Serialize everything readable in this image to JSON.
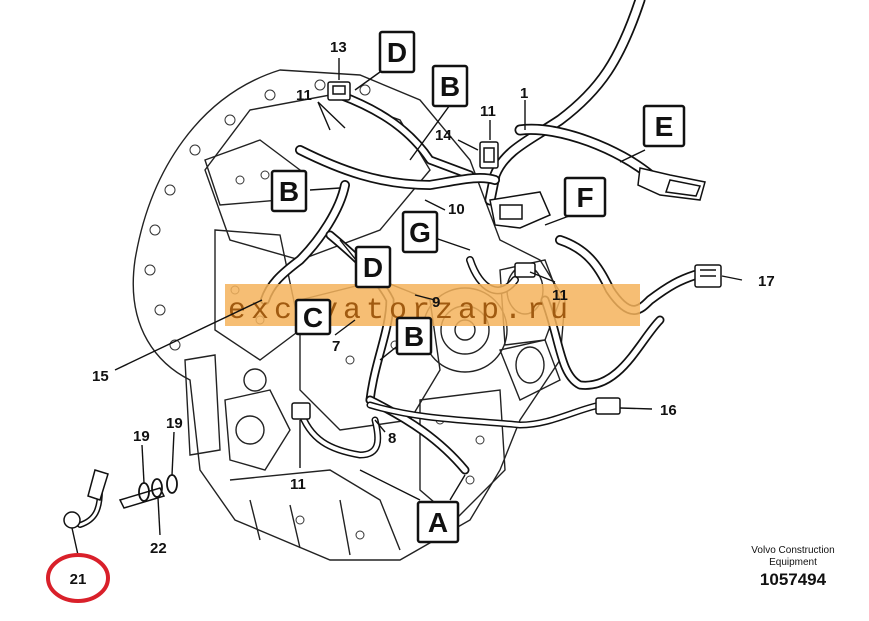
{
  "diagram": {
    "watermark": "excavatorzap.ru",
    "brand": "Volvo Construction Equipment",
    "doc_number": "1057494",
    "highlight_color": "#d9202a",
    "watermark_band_color": "#f5b35c",
    "highlighted_callout": "21",
    "letters": {
      "a": "A",
      "b1": "B",
      "b2": "B",
      "b3": "B",
      "c": "C",
      "d1": "D",
      "d2": "D",
      "e": "E",
      "f": "F",
      "g": "G"
    },
    "callouts": {
      "n1": "1",
      "n7": "7",
      "n8": "8",
      "n9": "9",
      "n10": "10",
      "n11a": "11",
      "n11b": "11",
      "n11c": "11",
      "n11d": "11",
      "n13": "13",
      "n14": "14",
      "n15": "15",
      "n16": "16",
      "n17": "17",
      "n19a": "19",
      "n19b": "19",
      "n21": "21",
      "n22": "22"
    }
  }
}
